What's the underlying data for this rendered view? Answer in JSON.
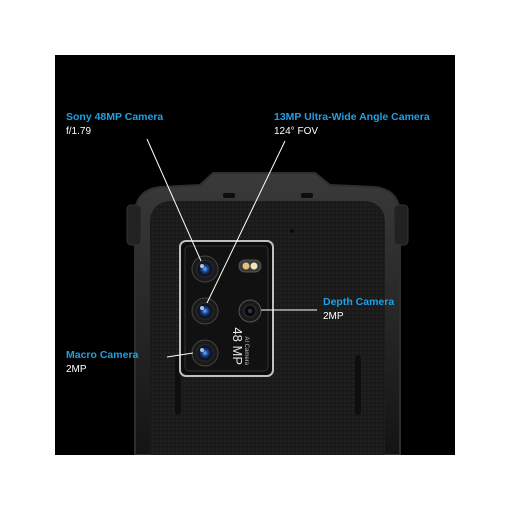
{
  "colors": {
    "background": "#000000",
    "accent": "#1ea0e6",
    "text": "#ffffff"
  },
  "badge": {
    "megapixels": "48 MP",
    "subtitle": "AI Camera"
  },
  "callouts": [
    {
      "title": "Sony 48MP Camera",
      "detail": "f/1.79"
    },
    {
      "title": "13MP Ultra-Wide Angle Camera",
      "detail": "124° FOV"
    },
    {
      "title": "Depth Camera",
      "detail": "2MP"
    },
    {
      "title": "Macro Camera",
      "detail": "2MP"
    }
  ]
}
